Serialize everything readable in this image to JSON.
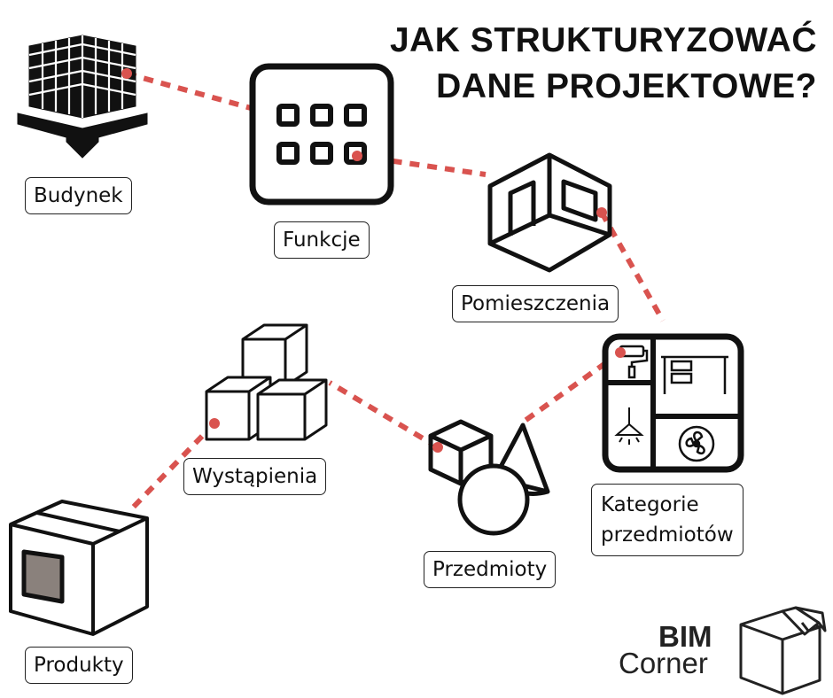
{
  "title": {
    "line1": "JAK STRUKTURYZOWAĆ",
    "line2": "DANE PROJEKTOWE?"
  },
  "nodes": {
    "budynek": "Budynek",
    "funkcje": "Funkcje",
    "pomieszczenia": "Pomieszczenia",
    "kategorie_line1": "Kategorie",
    "kategorie_line2": "przedmiotów",
    "przedmioty": "Przedmioty",
    "wystapienia": "Wystąpienia",
    "produkty": "Produkty"
  },
  "logo": {
    "line1": "BIM",
    "line2": "Corner"
  },
  "colors": {
    "connector": "#d9534f",
    "ink": "#111111",
    "product_window": "#8a817c"
  }
}
